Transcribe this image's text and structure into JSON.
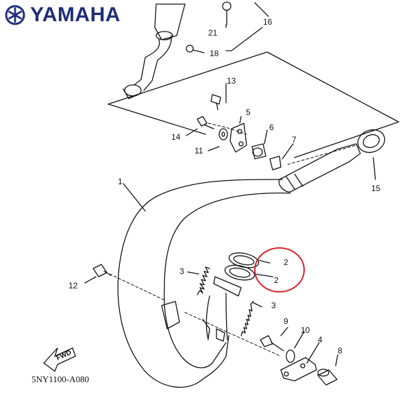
{
  "brand": {
    "name": "YAMAHA",
    "color": "#1f2e7a"
  },
  "diagram": {
    "code": "5NY1100-A080",
    "direction_tag": "FWD"
  },
  "highlight": {
    "color": "#d6232a",
    "parts": [
      "2",
      "2"
    ]
  },
  "callouts": {
    "p1": "1",
    "p2a": "2",
    "p2b": "2",
    "p3a": "3",
    "p3b": "3",
    "p4": "4",
    "p5": "5",
    "p6": "6",
    "p7": "7",
    "p8": "8",
    "p9": "9",
    "p10": "10",
    "p11": "11",
    "p12": "12",
    "p13": "13",
    "p14": "14",
    "p15": "15",
    "p16": "16",
    "p18": "18",
    "p21": "21"
  }
}
